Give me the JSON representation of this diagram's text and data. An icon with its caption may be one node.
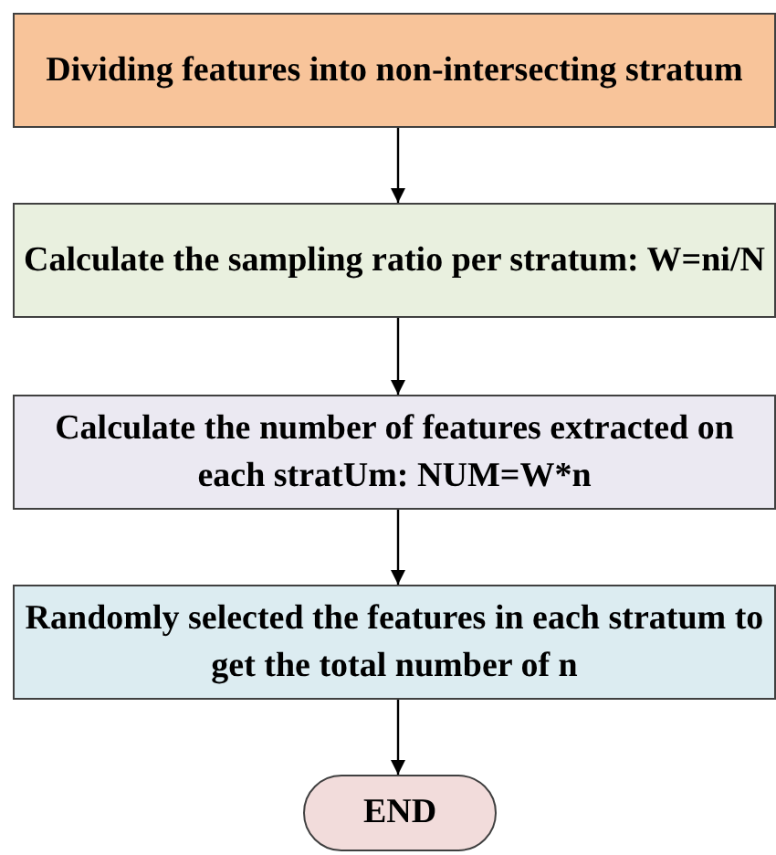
{
  "diagram": {
    "nodes": [
      {
        "text": [
          "Dividing features into non-intersecting stratum"
        ]
      },
      {
        "text": [
          "Calculate the sampling ratio per stratum: W=ni/N"
        ]
      },
      {
        "text": [
          "Calculate the number of features extracted on each stratUm: NUM=W*n"
        ]
      },
      {
        "text": [
          "Randomly selected the features in each stratum to get the total number of n"
        ]
      },
      {
        "text": [
          "END"
        ]
      }
    ],
    "edges": [
      {
        "from": 0,
        "to": 1,
        "arrow": "to"
      },
      {
        "from": 1,
        "to": 2,
        "arrow": "to"
      },
      {
        "from": 2,
        "to": 3,
        "arrow": "to"
      },
      {
        "from": 3,
        "to": 4,
        "arrow": "to"
      }
    ]
  }
}
